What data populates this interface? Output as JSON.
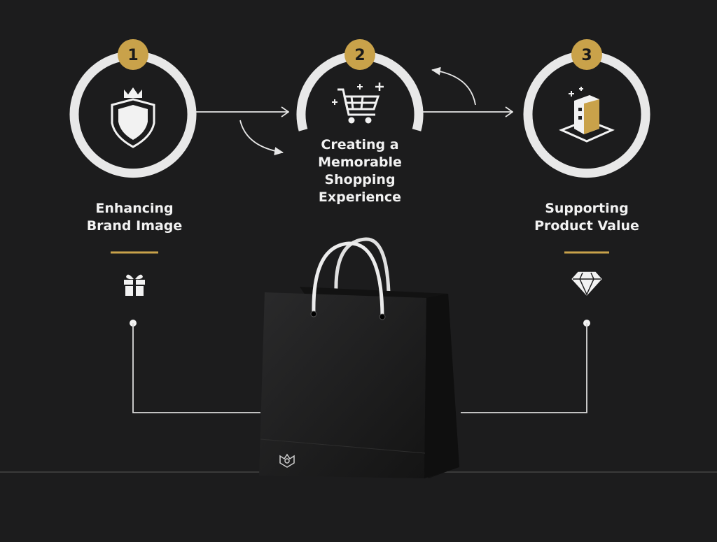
{
  "steps": [
    {
      "number": "1",
      "title_line1": "Enhancing",
      "title_line2": "Brand Image",
      "icon": "crown-shield-icon",
      "sub_icon": "gift-icon"
    },
    {
      "number": "2",
      "title_line1": "Creating a",
      "title_line2": "Memorable",
      "title_line3": "Shopping",
      "title_line4": "Experience",
      "icon": "shopping-cart-sparkle-icon"
    },
    {
      "number": "3",
      "title_line1": "Supporting",
      "title_line2": "Product Value",
      "icon": "product-box-icon",
      "sub_icon": "diamond-icon"
    }
  ],
  "colors": {
    "background": "#1c1c1d",
    "accent_gold": "#c9a24a",
    "ring": "#e8e8e8",
    "line": "#d9d9d9"
  }
}
